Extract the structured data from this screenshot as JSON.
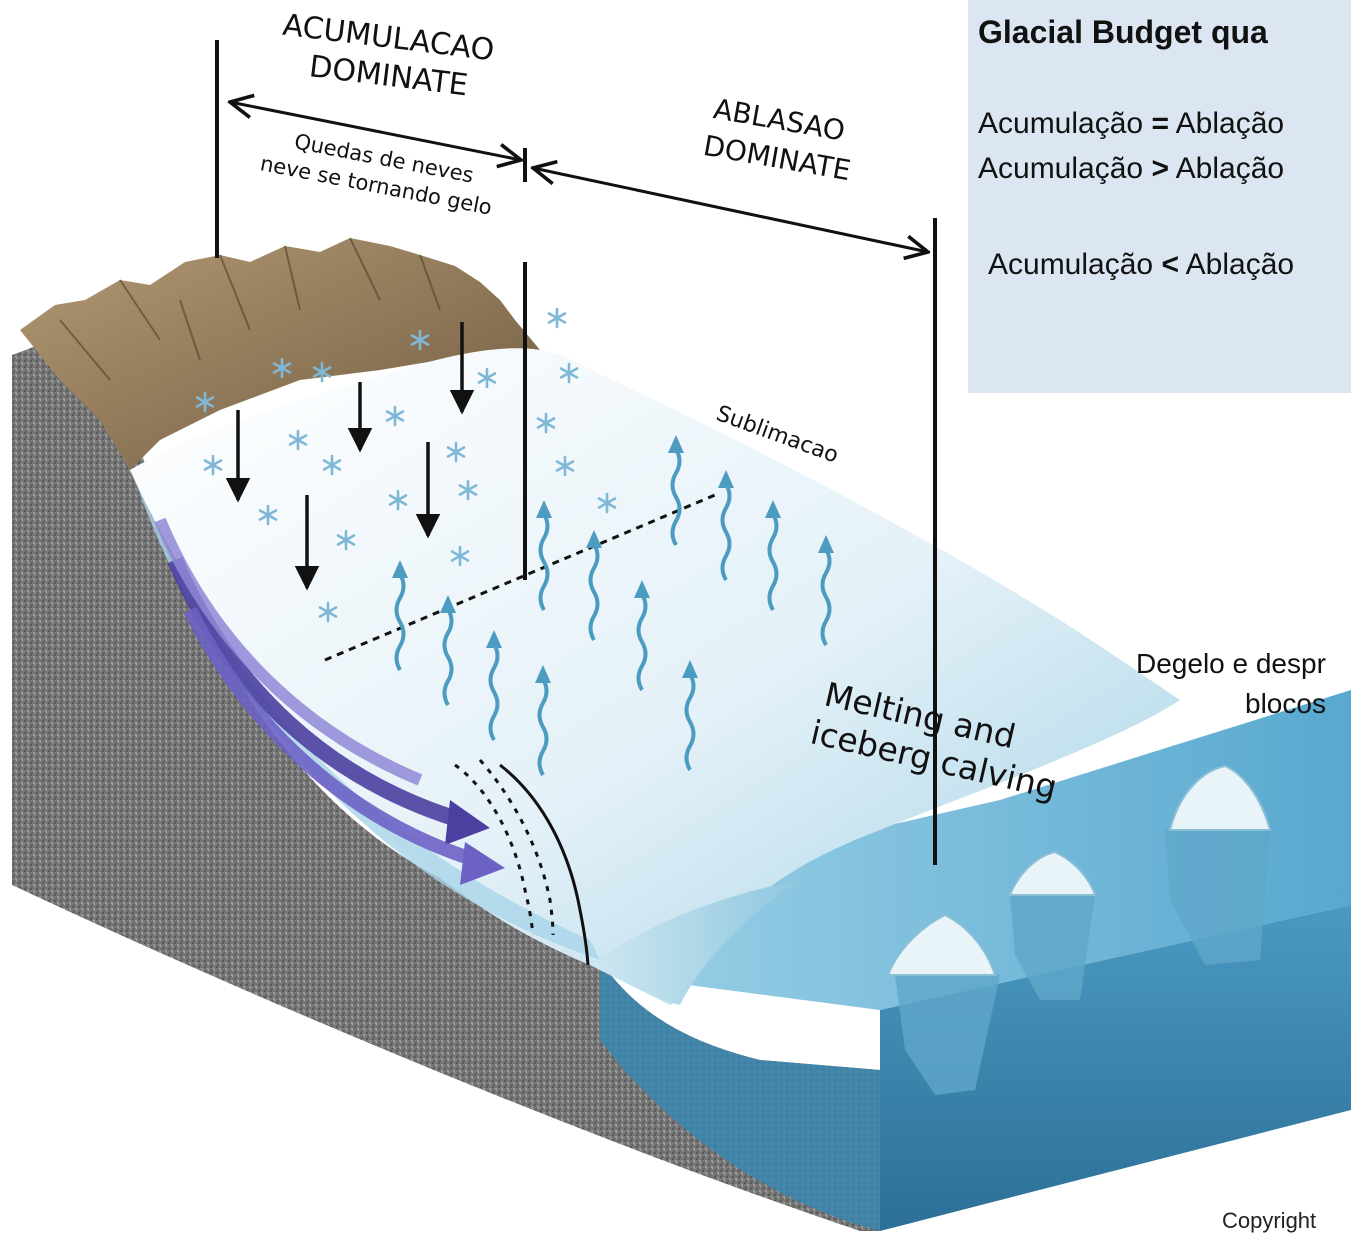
{
  "panel": {
    "title": "Glacial Budget  qua",
    "rows": [
      {
        "left": "Acumulação",
        "op": "=",
        "right": "Ablação"
      },
      {
        "left": "Acumulação ",
        "op": ">",
        "right": "Ablação"
      },
      {
        "left": "Acumulação",
        "op": "<",
        "right": " Ablação"
      }
    ]
  },
  "labels": {
    "accumulation_zone": [
      "ACUMULACAO",
      "DOMINATE"
    ],
    "ablation_zone": [
      "ABLASAO",
      "DOMINATE"
    ],
    "snowfall": [
      "Quedas de neves",
      "neve se tornando gelo"
    ],
    "sublimation": "Sublimacao",
    "melting": [
      "Melting and",
      "iceberg calving"
    ],
    "degelo": [
      "Degelo e despr",
      "blocos"
    ],
    "copyright": "Copyright"
  },
  "colors": {
    "panel_bg": "#dce6f2",
    "ice_white": "#f4f8fb",
    "ice_blue": "#b8dcea",
    "water": "#3f94bf",
    "flow_arrow": "#5a4fb3",
    "vapor_arrow": "#4c9cc2",
    "rock": "#6d6d6d",
    "mountain": "#8e7758"
  },
  "icons": [
    "snowflake-icon",
    "vapor-arrow-icon",
    "flow-arrow-icon",
    "iceberg-icon"
  ]
}
